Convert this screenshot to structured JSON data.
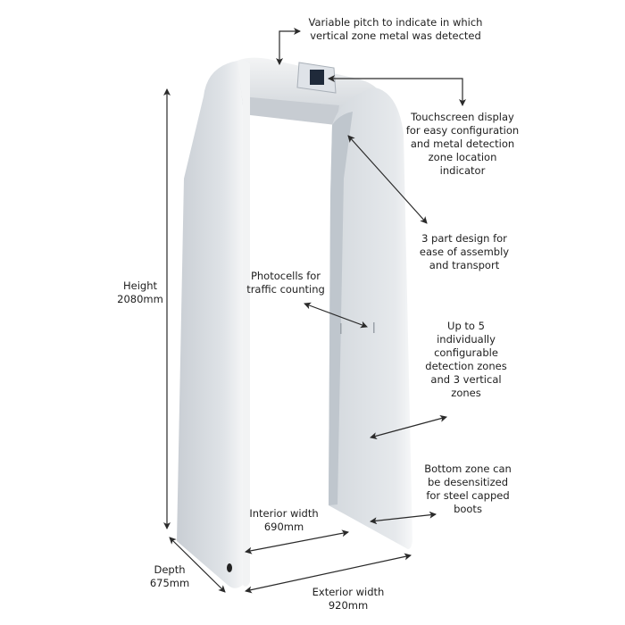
{
  "annotations": {
    "variable_pitch": [
      "Variable pitch to indicate in which",
      "vertical zone metal was detected"
    ],
    "touchscreen": [
      "Touchscreen display",
      "for easy configuration",
      "and metal detection",
      "zone location",
      "indicator"
    ],
    "three_part": [
      "3 part design for",
      "ease of assembly",
      "and transport"
    ],
    "photocells": [
      "Photocells for",
      "traffic counting"
    ],
    "zones": [
      "Up to 5",
      "individually",
      "configurable",
      "detection zones",
      "and 3 vertical",
      "zones"
    ],
    "bottom_zone": [
      "Bottom zone can",
      "be desensitized",
      "for steel capped",
      "boots"
    ],
    "height": [
      "Height",
      "2080mm"
    ],
    "interior_width": [
      "Interior width",
      "690mm"
    ],
    "depth": [
      "Depth",
      "675mm"
    ],
    "exterior_width": [
      "Exterior width",
      "920mm"
    ]
  },
  "colors": {
    "text": "#1e1e1e",
    "arrow": "#2a2a2a",
    "body_light": "#e9ecef",
    "body_shade": "#bcc3cb",
    "screen": "#1f2a3a"
  }
}
